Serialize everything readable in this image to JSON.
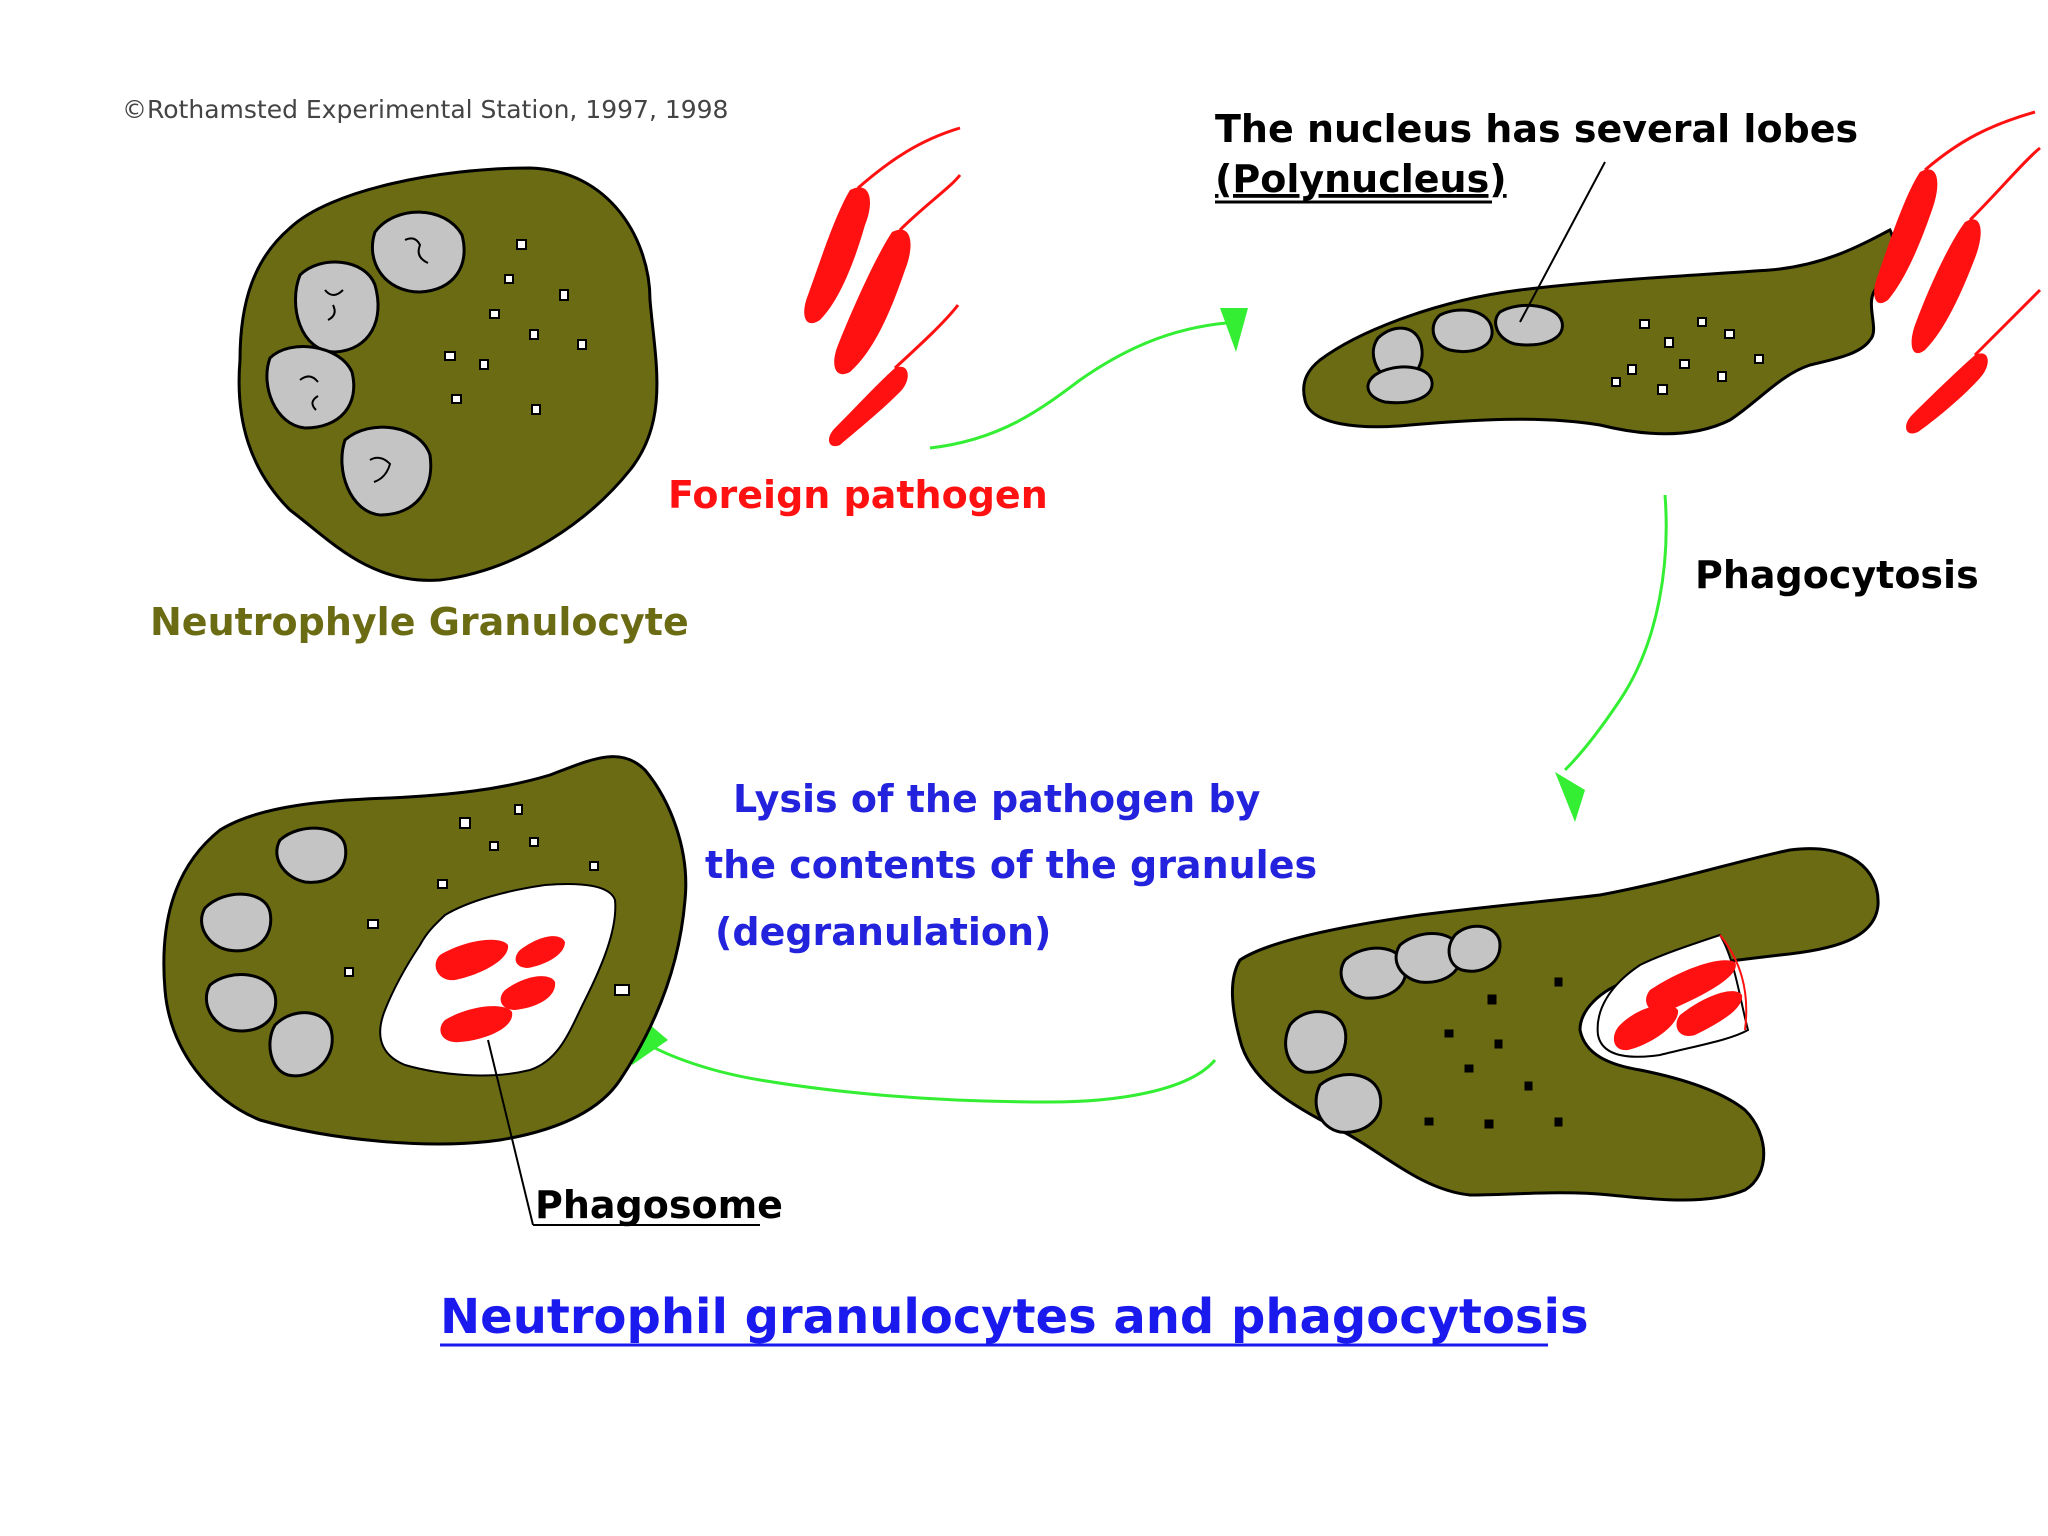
{
  "copyright": "©Rothamsted Experimental Station, 1997, 1998",
  "labels": {
    "cell_name": "Neutrophyle Granulocyte",
    "pathogen": "Foreign pathogen",
    "nucleus_line1": "The nucleus has several lobes",
    "nucleus_line2": "(Polynucleus)",
    "phagocytosis": "Phagocytosis",
    "lysis_line1": "Lysis of the pathogen by",
    "lysis_line2": "the contents of the granules",
    "lysis_line3": "(degranulation)",
    "phagosome": "Phagosome",
    "title": "Neutrophil granulocytes and phagocytosis"
  },
  "colors": {
    "cell_fill": "#6b6b13",
    "cell_label": "#6b6b13",
    "nucleus_fill": "#c4c4c4",
    "pathogen": "#ff1111",
    "arrow": "#33ee33",
    "lysis_text": "#2323dd",
    "title_link": "#1a1aee",
    "outline": "#000000"
  },
  "icons": {
    "cell": "neutrophil-cell-icon",
    "pathogen": "bacterium-icon",
    "arrow": "curved-arrow-icon"
  }
}
